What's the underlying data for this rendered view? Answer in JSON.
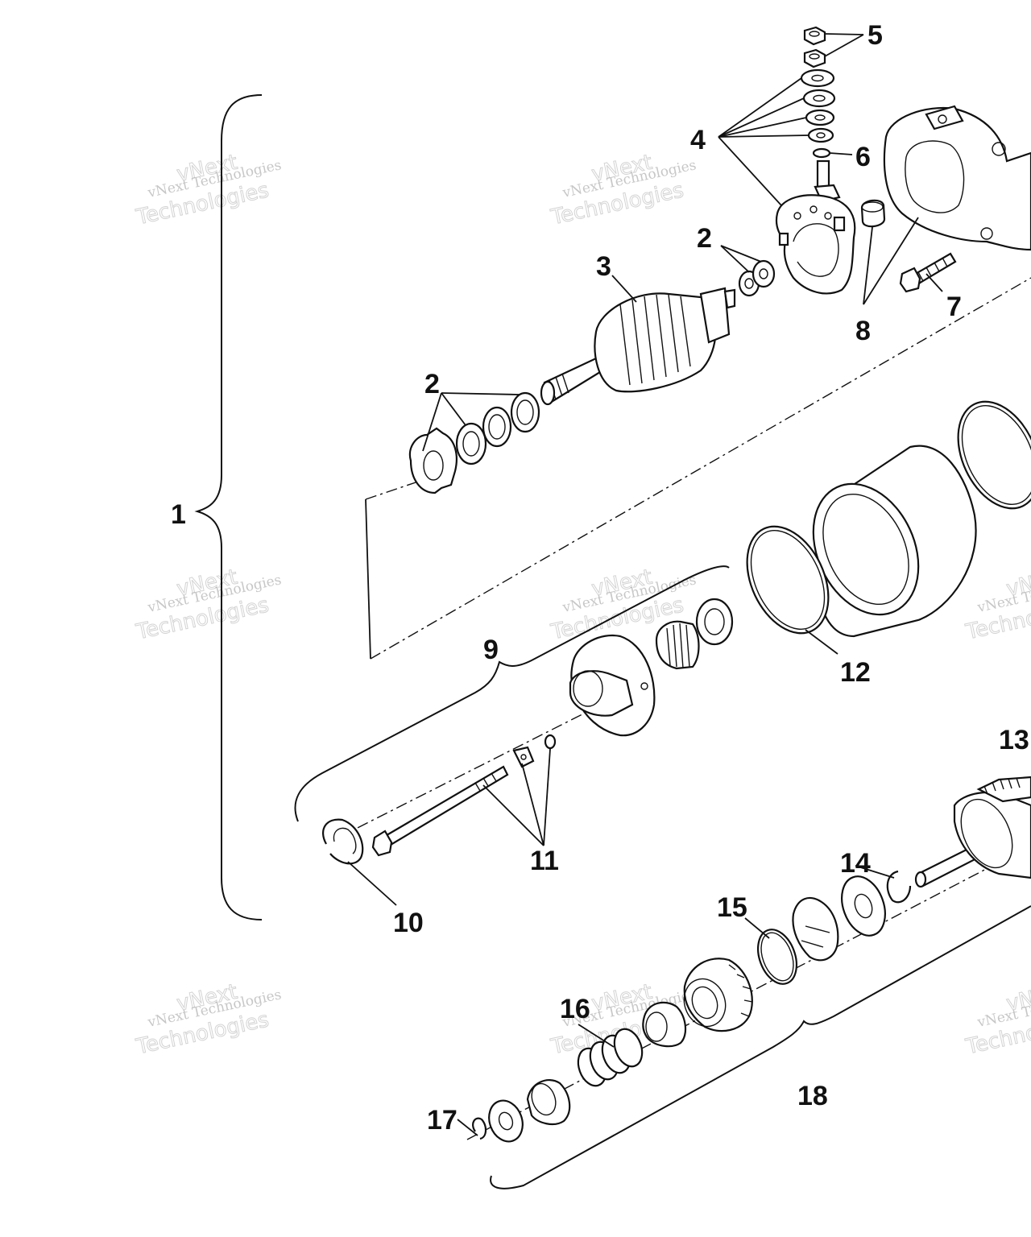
{
  "callouts": {
    "c1": "1",
    "c2a": "2",
    "c2b": "2",
    "c3": "3",
    "c4": "4",
    "c5": "5",
    "c6": "6",
    "c7": "7",
    "c8": "8",
    "c9": "9",
    "c10": "10",
    "c11": "11",
    "c12": "12",
    "c13": "13",
    "c14": "14",
    "c15": "15",
    "c16": "16",
    "c17": "17",
    "c18": "18"
  },
  "watermark": {
    "line1": "vNext Technologies",
    "line2": "vNext",
    "line3": "Technologies"
  }
}
